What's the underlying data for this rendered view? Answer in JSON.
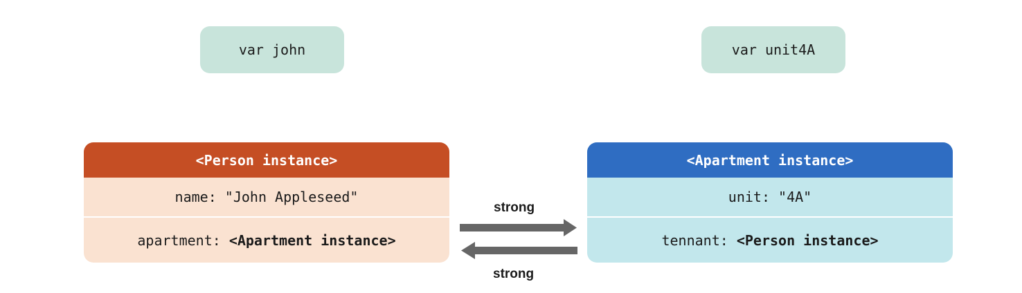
{
  "variables": {
    "john": "var john",
    "unit4A": "var unit4A"
  },
  "person": {
    "header": "<Person instance>",
    "name_key": "name: ",
    "name_value": "\"John Appleseed\"",
    "apartment_key": "apartment: ",
    "apartment_value": "<Apartment instance>"
  },
  "apartment": {
    "header": "<Apartment instance>",
    "unit_key": "unit: ",
    "unit_value": "\"4A\"",
    "tennant_key": "tennant: ",
    "tennant_value": "<Person instance>"
  },
  "references": {
    "person_to_apartment": "strong",
    "apartment_to_person": "strong"
  },
  "colors": {
    "var_box": "#c8e4db",
    "person_header": "#c54e24",
    "person_body": "#fae2d1",
    "apartment_header": "#2f6dc2",
    "apartment_body": "#c2e7ec",
    "arrow": "#666666"
  }
}
